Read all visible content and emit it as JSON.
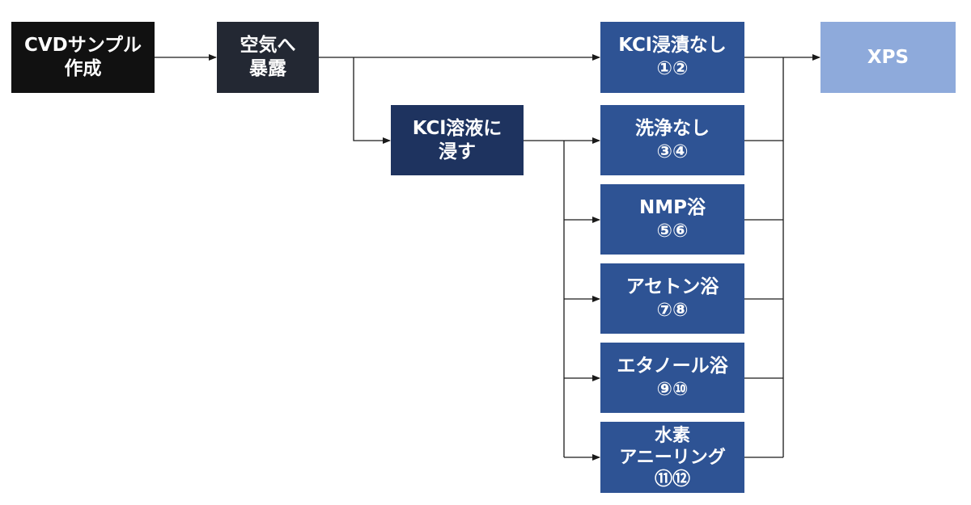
{
  "nodes": {
    "cvd": {
      "lines": [
        "CVDサンプル",
        "作成"
      ]
    },
    "air": {
      "lines": [
        "空気へ",
        "暴露"
      ]
    },
    "kcl": {
      "lines": [
        "KCl溶液に",
        "浸す"
      ]
    },
    "no_kcl": {
      "lines": [
        "KCl浸漬なし",
        "①②"
      ]
    },
    "no_wash": {
      "lines": [
        "洗浄なし",
        "③④"
      ]
    },
    "nmp": {
      "lines": [
        "NMP浴",
        "⑤⑥"
      ]
    },
    "acetone": {
      "lines": [
        "アセトン浴",
        "⑦⑧"
      ]
    },
    "ethanol": {
      "lines": [
        "エタノール浴",
        "⑨⑩"
      ]
    },
    "hydrogen": {
      "lines": [
        "水素",
        "アニーリング",
        "⑪⑫"
      ]
    },
    "xps": {
      "lines": [
        "XPS"
      ]
    }
  },
  "colors": {
    "cvd": "#111111",
    "air": "#232833",
    "kcl": "#1e335f",
    "treatment": "#2e5394",
    "xps": "#8eaadb",
    "line": "#1a1a1a"
  },
  "edges": [
    [
      "cvd",
      "air"
    ],
    [
      "air",
      "no_kcl"
    ],
    [
      "air",
      "kcl"
    ],
    [
      "kcl",
      "no_wash"
    ],
    [
      "kcl",
      "nmp"
    ],
    [
      "kcl",
      "acetone"
    ],
    [
      "kcl",
      "ethanol"
    ],
    [
      "kcl",
      "hydrogen"
    ],
    [
      "no_kcl",
      "xps"
    ],
    [
      "no_wash",
      "xps"
    ],
    [
      "nmp",
      "xps"
    ],
    [
      "acetone",
      "xps"
    ],
    [
      "ethanol",
      "xps"
    ],
    [
      "hydrogen",
      "xps"
    ]
  ]
}
